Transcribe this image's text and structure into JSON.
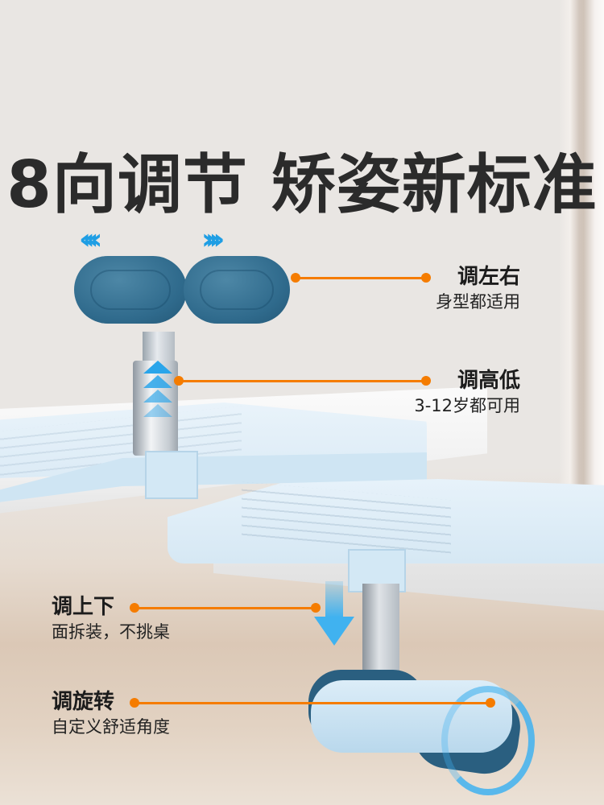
{
  "headline": "8向调节 矫姿新标准",
  "callouts": [
    {
      "id": "left-right",
      "title": "调左右",
      "subtitle": "身型都适用"
    },
    {
      "id": "height",
      "title": "调高低",
      "subtitle": "3-12岁都可用"
    },
    {
      "id": "up-down",
      "title": "调上下",
      "subtitle": "面拆装，不挑桌"
    },
    {
      "id": "rotation",
      "title": "调旋转",
      "subtitle": "自定义舒适角度"
    }
  ],
  "arrows": {
    "left": "‹‹‹‹",
    "right": "››››"
  },
  "colors": {
    "background": "#e9e6e3",
    "headline": "#2b2b2b",
    "accent_line": "#f57c00",
    "arrow_blue": "#2aa5ea",
    "pad_blue": "#2f6a8c",
    "table_blue": "#dcebf6"
  }
}
